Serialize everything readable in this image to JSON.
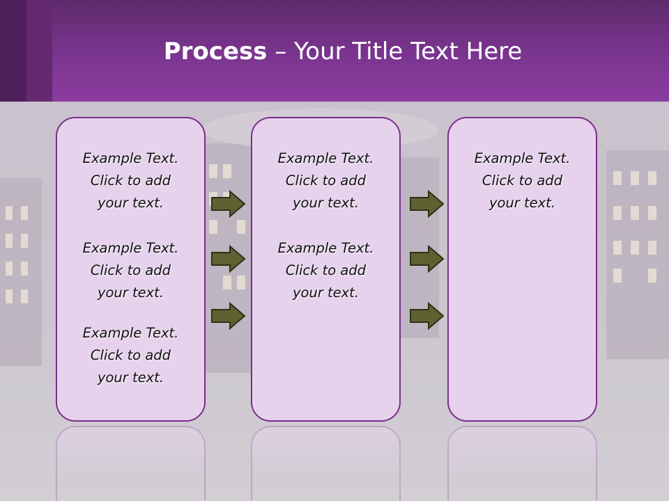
{
  "header": {
    "title_bold": "Process",
    "title_rest": " – Your Title Text Here"
  },
  "colors": {
    "header": "#7b3590",
    "panel_fill": "#e7d2ed",
    "panel_border": "#7a2e8a",
    "arrow_fill": "#5e6233",
    "arrow_stroke": "#2e3016"
  },
  "columns": [
    {
      "blocks": [
        {
          "line1": "Example Text.",
          "line2": "Click  to add",
          "line3": "your text."
        },
        {
          "line1": "Example Text.",
          "line2": "Click  to add",
          "line3": "your text."
        },
        {
          "line1": "Example Text.",
          "line2": "Click  to add",
          "line3": "your text."
        }
      ]
    },
    {
      "blocks": [
        {
          "line1": "Example Text.",
          "line2": "Click  to add",
          "line3": "your text."
        },
        {
          "line1": "Example Text.",
          "line2": "Click  to add",
          "line3": "your text."
        }
      ]
    },
    {
      "blocks": [
        {
          "line1": "Example Text.",
          "line2": "Click  to add",
          "line3": "your text."
        }
      ]
    }
  ],
  "arrows": {
    "icon": "right-arrow-icon",
    "count_between_1_2": 3,
    "count_between_2_3": 3
  }
}
